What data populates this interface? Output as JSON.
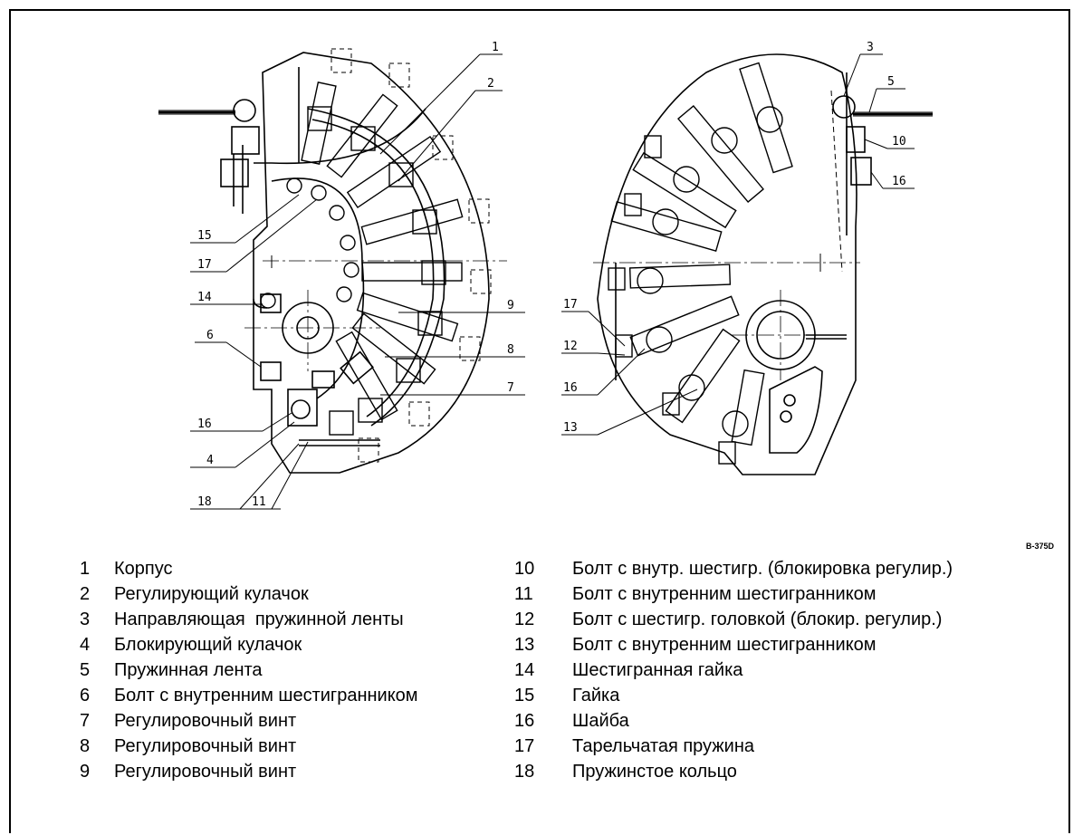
{
  "drawing_code": "B-375D",
  "callouts_left": [
    "1",
    "2",
    "15",
    "17",
    "14",
    "9",
    "6",
    "8",
    "7",
    "16",
    "4",
    "18",
    "11"
  ],
  "callouts_right": [
    "3",
    "5",
    "10",
    "16",
    "17",
    "12",
    "16",
    "13"
  ],
  "legend": {
    "left": [
      {
        "num": "1",
        "text": "Корпус"
      },
      {
        "num": "2",
        "text": "Регулирующий кулачок"
      },
      {
        "num": "3",
        "text": "Направляющая  пружинной ленты"
      },
      {
        "num": "4",
        "text": "Блокирующий кулачок"
      },
      {
        "num": "5",
        "text": "Пружинная лента"
      },
      {
        "num": "6",
        "text": "Болт с внутренним шестигранником"
      },
      {
        "num": "7",
        "text": "Регулировочный винт"
      },
      {
        "num": "8",
        "text": "Регулировочный винт"
      },
      {
        "num": "9",
        "text": "Регулировочный винт"
      }
    ],
    "right": [
      {
        "num": "10",
        "text": "Болт с внутр. шестигр. (блокировка регулир.)"
      },
      {
        "num": "11",
        "text": "Болт с внутренним шестигранником"
      },
      {
        "num": "12",
        "text": "Болт с шестигр. головкой (блокир. регулир.)"
      },
      {
        "num": "13",
        "text": "Болт с внутренним шестигранником"
      },
      {
        "num": "14",
        "text": "Шестигранная гайка"
      },
      {
        "num": "15",
        "text": "Гайка"
      },
      {
        "num": "16",
        "text": "Шайба"
      },
      {
        "num": "17",
        "text": "Тарельчатая пружина"
      },
      {
        "num": "18",
        "text": "Пружинстое кольцо"
      }
    ]
  }
}
